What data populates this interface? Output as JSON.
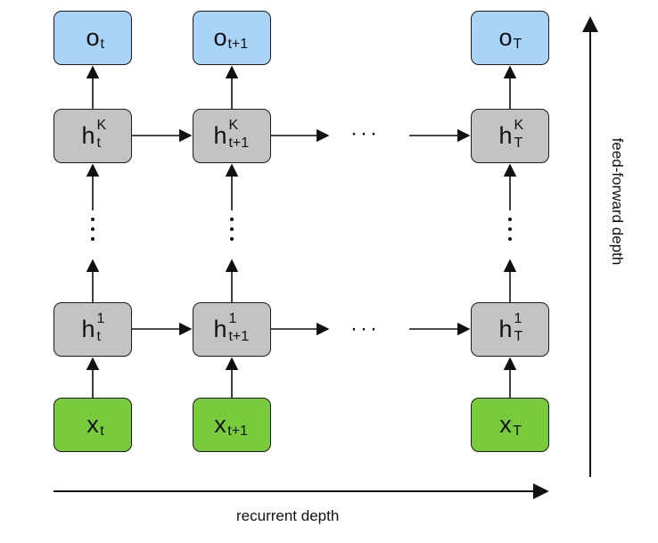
{
  "nodes": {
    "outputs": [
      {
        "base": "o",
        "sub": "t",
        "sup": ""
      },
      {
        "base": "o",
        "sub": "t+1",
        "sup": ""
      },
      {
        "base": "o",
        "sub": "T",
        "sup": ""
      }
    ],
    "hidden_top": [
      {
        "base": "h",
        "sub": "t",
        "sup": "K"
      },
      {
        "base": "h",
        "sub": "t+1",
        "sup": "K"
      },
      {
        "base": "h",
        "sub": "T",
        "sup": "K"
      }
    ],
    "hidden_bottom": [
      {
        "base": "h",
        "sub": "t",
        "sup": "1"
      },
      {
        "base": "h",
        "sub": "t+1",
        "sup": "1"
      },
      {
        "base": "h",
        "sub": "T",
        "sup": "1"
      }
    ],
    "inputs": [
      {
        "base": "x",
        "sub": "t",
        "sup": ""
      },
      {
        "base": "x",
        "sub": "t+1",
        "sup": ""
      },
      {
        "base": "x",
        "sub": "T",
        "sup": ""
      }
    ]
  },
  "ellipsis": "···",
  "labels": {
    "horizontal_axis": "recurrent depth",
    "vertical_axis": "feed-forward depth"
  },
  "colors": {
    "output_fill": "#a9d3f7",
    "hidden_fill": "#c3c3c3",
    "input_fill": "#78cc3c",
    "line": "#111111"
  }
}
